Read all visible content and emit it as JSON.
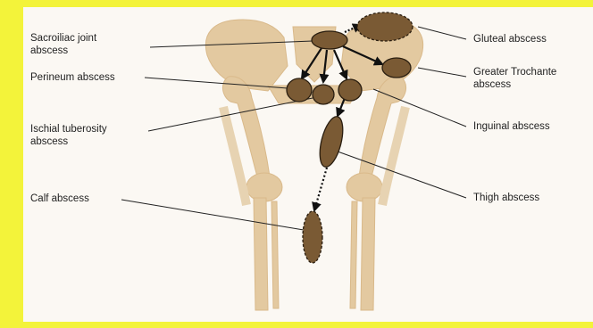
{
  "colors": {
    "frame": "#f3f33a",
    "background": "#fbf8f3",
    "bone": "#e3c9a0",
    "bone_edge": "#d9b98a",
    "abscess_fill": "#7a5a34",
    "abscess_stroke": "#2a1e10",
    "arrow": "#111111",
    "leader": "#222222"
  },
  "labels": {
    "sacroiliac": [
      "Sacroiliac joint",
      "abscess"
    ],
    "perineum": "Perineum abscess",
    "ischial": [
      "Ischial tuberosity",
      "abscess"
    ],
    "calf": "Calf abscess",
    "gluteal": "Gluteal abscess",
    "greater_trochanter": [
      "Greater Trochante",
      "abscess"
    ],
    "inguinal": "Inguinal abscess",
    "thigh": "Thigh abscess"
  }
}
